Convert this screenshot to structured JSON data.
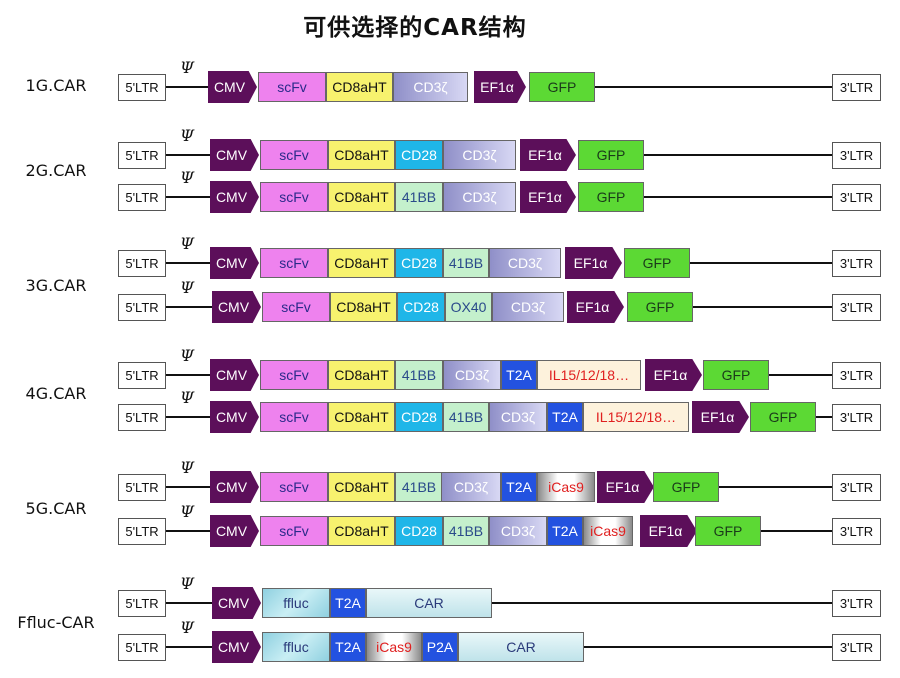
{
  "title": "可供选择的CAR结构",
  "ltr5_label": "5'LTR",
  "ltr3_label": "3'LTR",
  "psi_label": "Ψ",
  "colors": {
    "CMV": "#5c0f5a",
    "EF1a": "#5c0f5a",
    "scFv": "#ee82ee",
    "CD8aHT": "#f7f26e",
    "CD3z": "#bfbfe6",
    "CD28": "#1fb6e8",
    "41BB": "#c4f0cc",
    "OX40": "#c4f0cc",
    "T2A": "#2352e0",
    "P2A": "#2352e0",
    "IL": "#fdf2dc",
    "iCas9": "#ffffff",
    "GFP": "#5cd934",
    "CAR": "#c7e9ee",
    "ffluc": "#a6dce8"
  },
  "groups": [
    {
      "label": "1G.CAR"
    },
    {
      "label": "2G.CAR"
    },
    {
      "label": "3G.CAR"
    },
    {
      "label": "4G.CAR"
    },
    {
      "label": "5G.CAR"
    },
    {
      "label": "Ffluc-CAR"
    }
  ],
  "constructs": [
    {
      "group": 0,
      "segments": [
        {
          "label": "CMV",
          "kind": "CMV"
        },
        {
          "label": "scFv",
          "kind": "scFv"
        },
        {
          "label": "CD8aHT",
          "kind": "CD8aHT"
        },
        {
          "label": "CD3ζ",
          "kind": "CD3z"
        },
        {
          "label": "EF1α",
          "kind": "EF1a"
        },
        {
          "label": "GFP",
          "kind": "GFP"
        }
      ]
    },
    {
      "group": 1,
      "segments": [
        {
          "label": "CMV",
          "kind": "CMV"
        },
        {
          "label": "scFv",
          "kind": "scFv"
        },
        {
          "label": "CD8aHT",
          "kind": "CD8aHT"
        },
        {
          "label": "CD28",
          "kind": "CD28"
        },
        {
          "label": "CD3ζ",
          "kind": "CD3z"
        },
        {
          "label": "EF1α",
          "kind": "EF1a"
        },
        {
          "label": "GFP",
          "kind": "GFP"
        }
      ]
    },
    {
      "group": 1,
      "segments": [
        {
          "label": "CMV",
          "kind": "CMV"
        },
        {
          "label": "scFv",
          "kind": "scFv"
        },
        {
          "label": "CD8aHT",
          "kind": "CD8aHT"
        },
        {
          "label": "41BB",
          "kind": "41BB"
        },
        {
          "label": "CD3ζ",
          "kind": "CD3z"
        },
        {
          "label": "EF1α",
          "kind": "EF1a"
        },
        {
          "label": "GFP",
          "kind": "GFP"
        }
      ]
    },
    {
      "group": 2,
      "segments": [
        {
          "label": "CMV",
          "kind": "CMV"
        },
        {
          "label": "scFv",
          "kind": "scFv"
        },
        {
          "label": "CD8aHT",
          "kind": "CD8aHT"
        },
        {
          "label": "CD28",
          "kind": "CD28"
        },
        {
          "label": "41BB",
          "kind": "41BB"
        },
        {
          "label": "CD3ζ",
          "kind": "CD3z"
        },
        {
          "label": "EF1α",
          "kind": "EF1a"
        },
        {
          "label": "GFP",
          "kind": "GFP"
        }
      ]
    },
    {
      "group": 2,
      "segments": [
        {
          "label": "CMV",
          "kind": "CMV"
        },
        {
          "label": "scFv",
          "kind": "scFv"
        },
        {
          "label": "CD8aHT",
          "kind": "CD8aHT"
        },
        {
          "label": "CD28",
          "kind": "CD28"
        },
        {
          "label": "OX40",
          "kind": "OX40"
        },
        {
          "label": "CD3ζ",
          "kind": "CD3z"
        },
        {
          "label": "EF1α",
          "kind": "EF1a"
        },
        {
          "label": "GFP",
          "kind": "GFP"
        }
      ]
    },
    {
      "group": 3,
      "segments": [
        {
          "label": "CMV",
          "kind": "CMV"
        },
        {
          "label": "scFv",
          "kind": "scFv"
        },
        {
          "label": "CD8aHT",
          "kind": "CD8aHT"
        },
        {
          "label": "41BB",
          "kind": "41BB"
        },
        {
          "label": "CD3ζ",
          "kind": "CD3z"
        },
        {
          "label": "T2A",
          "kind": "T2A"
        },
        {
          "label": "IL15/12/18…",
          "kind": "IL"
        },
        {
          "label": "EF1α",
          "kind": "EF1a"
        },
        {
          "label": "GFP",
          "kind": "GFP"
        }
      ]
    },
    {
      "group": 3,
      "segments": [
        {
          "label": "CMV",
          "kind": "CMV"
        },
        {
          "label": "scFv",
          "kind": "scFv"
        },
        {
          "label": "CD8aHT",
          "kind": "CD8aHT"
        },
        {
          "label": "CD28",
          "kind": "CD28"
        },
        {
          "label": "41BB",
          "kind": "41BB"
        },
        {
          "label": "CD3ζ",
          "kind": "CD3z"
        },
        {
          "label": "T2A",
          "kind": "T2A"
        },
        {
          "label": "IL15/12/18…",
          "kind": "IL"
        },
        {
          "label": "EF1α",
          "kind": "EF1a"
        },
        {
          "label": "GFP",
          "kind": "GFP"
        }
      ]
    },
    {
      "group": 4,
      "segments": [
        {
          "label": "CMV",
          "kind": "CMV"
        },
        {
          "label": "scFv",
          "kind": "scFv"
        },
        {
          "label": "CD8aHT",
          "kind": "CD8aHT"
        },
        {
          "label": "41BB",
          "kind": "41BB"
        },
        {
          "label": "CD3ζ",
          "kind": "CD3z"
        },
        {
          "label": "T2A",
          "kind": "T2A"
        },
        {
          "label": "iCas9",
          "kind": "iCas9"
        },
        {
          "label": "EF1α",
          "kind": "EF1a"
        },
        {
          "label": "GFP",
          "kind": "GFP"
        }
      ]
    },
    {
      "group": 4,
      "segments": [
        {
          "label": "CMV",
          "kind": "CMV"
        },
        {
          "label": "scFv",
          "kind": "scFv"
        },
        {
          "label": "CD8aHT",
          "kind": "CD8aHT"
        },
        {
          "label": "CD28",
          "kind": "CD28"
        },
        {
          "label": "41BB",
          "kind": "41BB"
        },
        {
          "label": "CD3ζ",
          "kind": "CD3z"
        },
        {
          "label": "T2A",
          "kind": "T2A"
        },
        {
          "label": "iCas9",
          "kind": "iCas9"
        },
        {
          "label": "EF1α",
          "kind": "EF1a"
        },
        {
          "label": "GFP",
          "kind": "GFP"
        }
      ]
    },
    {
      "group": 5,
      "segments": [
        {
          "label": "CMV",
          "kind": "CMV"
        },
        {
          "label": "ffluc",
          "kind": "ffluc"
        },
        {
          "label": "T2A",
          "kind": "T2A"
        },
        {
          "label": "CAR",
          "kind": "CAR"
        }
      ]
    },
    {
      "group": 5,
      "segments": [
        {
          "label": "CMV",
          "kind": "CMV"
        },
        {
          "label": "ffluc",
          "kind": "ffluc"
        },
        {
          "label": "T2A",
          "kind": "T2A"
        },
        {
          "label": "iCas9",
          "kind": "iCas9"
        },
        {
          "label": "P2A",
          "kind": "P2A"
        },
        {
          "label": "CAR",
          "kind": "CAR"
        }
      ]
    }
  ]
}
